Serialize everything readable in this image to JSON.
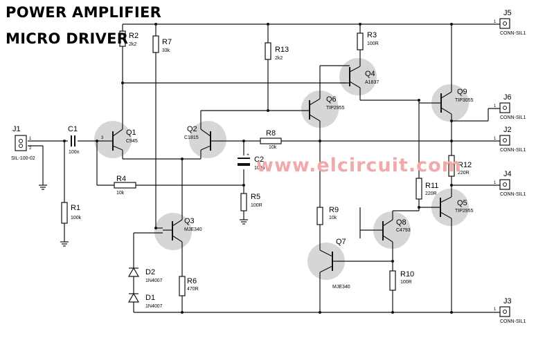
{
  "title_line1": "POWER AMPLIFIER",
  "title_line2": "MICRO DRIVER",
  "watermark": "www.elcircuit.com",
  "components": {
    "J1": {
      "ref": "J1",
      "value": "SIL-100-02"
    },
    "C1": {
      "ref": "C1",
      "value": "100n"
    },
    "R1": {
      "ref": "R1",
      "value": "100k"
    },
    "R2": {
      "ref": "R2",
      "value": "2k2"
    },
    "R7": {
      "ref": "R7",
      "value": "33k"
    },
    "R13": {
      "ref": "R13",
      "value": "2k2"
    },
    "R3": {
      "ref": "R3",
      "value": "100R"
    },
    "Q1": {
      "ref": "Q1",
      "value": "C945"
    },
    "Q2": {
      "ref": "Q2",
      "value": "C1815"
    },
    "Q3": {
      "ref": "Q3",
      "value": "MJE340"
    },
    "Q4": {
      "ref": "Q4",
      "value": "A1837"
    },
    "Q5": {
      "ref": "Q5",
      "value": "TIP2955"
    },
    "Q6": {
      "ref": "Q6",
      "value": "TIP2955"
    },
    "Q7": {
      "ref": "Q7",
      "value": "MJE340"
    },
    "Q8": {
      "ref": "Q8",
      "value": "C4793"
    },
    "Q9": {
      "ref": "Q9",
      "value": "TIP3055"
    },
    "R4": {
      "ref": "R4",
      "value": "10k"
    },
    "R5": {
      "ref": "R5",
      "value": "100R"
    },
    "R6": {
      "ref": "R6",
      "value": "470R"
    },
    "R8": {
      "ref": "R8",
      "value": "10k"
    },
    "R9": {
      "ref": "R9",
      "value": "10k"
    },
    "R10": {
      "ref": "R10",
      "value": "100R"
    },
    "R11": {
      "ref": "R11",
      "value": "220R"
    },
    "R12": {
      "ref": "R12",
      "value": "220R"
    },
    "C2": {
      "ref": "C2",
      "value": "100u"
    },
    "D1": {
      "ref": "D1",
      "value": "1N4007"
    },
    "D2": {
      "ref": "D2",
      "value": "1N4007"
    },
    "J2": {
      "ref": "J2",
      "value": "CONN-SIL1"
    },
    "J3": {
      "ref": "J3",
      "value": "CONN-SIL1"
    },
    "J4": {
      "ref": "J4",
      "value": "CONN-SIL1"
    },
    "J5": {
      "ref": "J5",
      "value": "CONN-SIL1"
    },
    "J6": {
      "ref": "J6",
      "value": "CONN-SIL1"
    }
  },
  "pins": {
    "one": "1",
    "two": "2",
    "three": "3"
  },
  "colors": {
    "wire": "#111111",
    "shading": "#d6d6d6",
    "watermark": "#f1aaaa",
    "background": "#ffffff"
  }
}
